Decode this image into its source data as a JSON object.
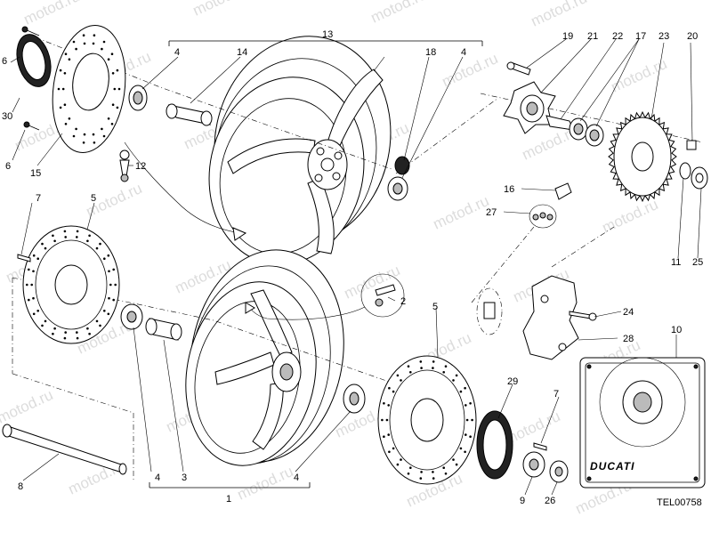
{
  "watermark": "motod.ru",
  "drawing_code": "TEL00758",
  "brand_logo": "DUCATI",
  "callouts": {
    "c1": "1",
    "c2": "2",
    "c3": "3",
    "c4a": "4",
    "c4b": "4",
    "c4c": "4",
    "c4d": "4",
    "c5a": "5",
    "c5b": "5",
    "c6a": "6",
    "c6b": "6",
    "c7a": "7",
    "c7b": "7",
    "c8": "8",
    "c9": "9",
    "c10": "10",
    "c11": "11",
    "c12": "12",
    "c13": "13",
    "c14": "14",
    "c15": "15",
    "c16": "16",
    "c17": "17",
    "c18": "18",
    "c19": "19",
    "c20": "20",
    "c21": "21",
    "c22": "22",
    "c23": "23",
    "c24": "24",
    "c25": "25",
    "c26": "26",
    "c27": "27",
    "c28": "28",
    "c29": "29",
    "c30": "30"
  }
}
